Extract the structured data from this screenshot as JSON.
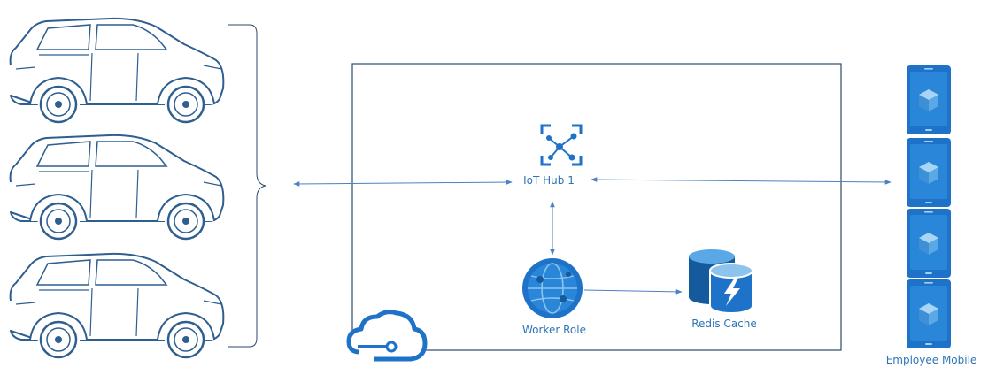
{
  "colors": {
    "accent": "#1e73c8",
    "accent_dark": "#145a9c",
    "accent_light": "#5aa8e6",
    "label": "#2e75b6",
    "car_outline": "#2f5f8f",
    "box_border": "#2b4a6b",
    "connector": "#4a82c0"
  },
  "nodes": {
    "vehicles": {
      "count": 3,
      "icon": "car-icon"
    },
    "iot_hub": {
      "label": "IoT Hub 1",
      "icon": "iot-hub-icon"
    },
    "worker_role": {
      "label": "Worker Role",
      "icon": "worker-role-globe-icon"
    },
    "redis_cache": {
      "label": "Redis Cache",
      "icon": "redis-cache-icon"
    },
    "employee_mobile": {
      "label": "Employee Mobile",
      "count": 4,
      "icon": "mobile-device-icon"
    },
    "cloud": {
      "icon": "azure-cloud-icon"
    }
  }
}
